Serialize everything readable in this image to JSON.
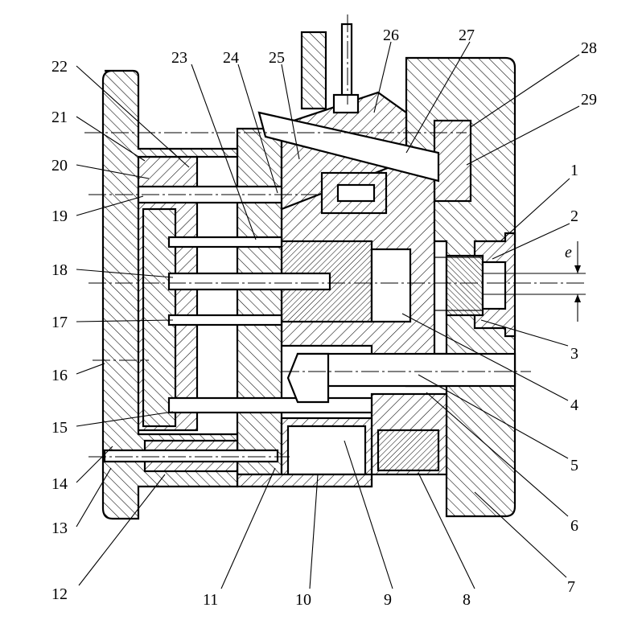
{
  "labels": {
    "n1": "1",
    "n2": "2",
    "n3": "3",
    "n4": "4",
    "n5": "5",
    "n6": "6",
    "n7": "7",
    "n8": "8",
    "n9": "9",
    "n10": "10",
    "n11": "11",
    "n12": "12",
    "n13": "13",
    "n14": "14",
    "n15": "15",
    "n16": "16",
    "n17": "17",
    "n18": "18",
    "n19": "19",
    "n20": "20",
    "n21": "21",
    "n22": "22",
    "n23": "23",
    "n24": "24",
    "n25": "25",
    "n26": "26",
    "n27": "27",
    "n28": "28",
    "n29": "29"
  },
  "dimension": {
    "e": "e"
  }
}
